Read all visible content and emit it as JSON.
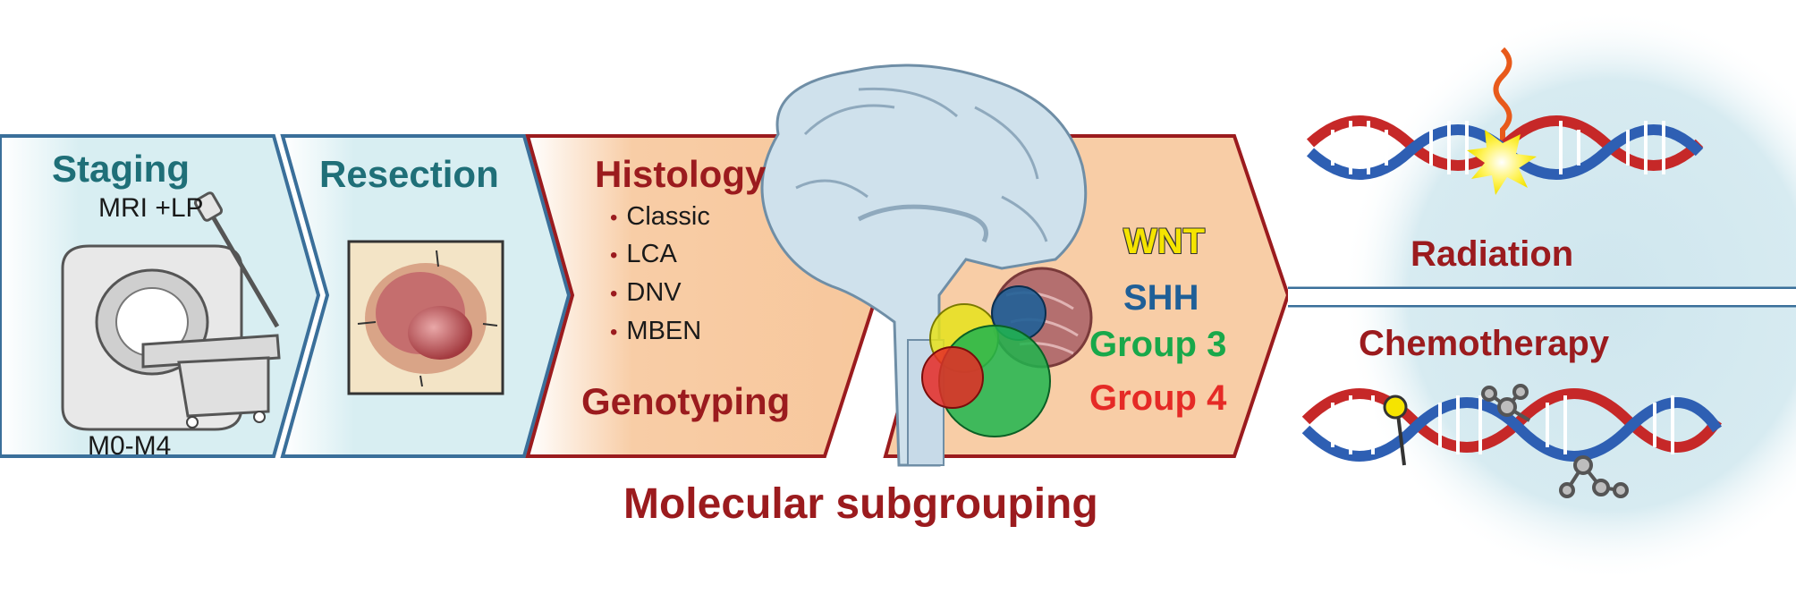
{
  "staging": {
    "title": "Staging",
    "methods": "MRI +LP",
    "scale": "M0-M4"
  },
  "resection": {
    "title": "Resection"
  },
  "histology": {
    "title": "Histology",
    "items": [
      "Classic",
      "LCA",
      "DNV",
      "MBEN"
    ],
    "genotyping": "Genotyping"
  },
  "subgroups": {
    "items": [
      {
        "label": "WNT",
        "color": "#f5e400"
      },
      {
        "label": "SHH",
        "color": "#1f5f97"
      },
      {
        "label": "Group 3",
        "color": "#18a84a"
      },
      {
        "label": "Group 4",
        "color": "#e52a26"
      }
    ],
    "caption": "Molecular subgrouping"
  },
  "therapy": {
    "radiation": "Radiation",
    "chemotherapy": "Chemotherapy"
  },
  "colors": {
    "teal_text": "#1f6f78",
    "dark_red_text": "#9b1b1e",
    "panel_blue": "#d8eef2",
    "panel_orange": "#f8cda6",
    "arrow_border_blue": "#3a6f9a",
    "arrow_border_red": "#9b1b1e"
  }
}
